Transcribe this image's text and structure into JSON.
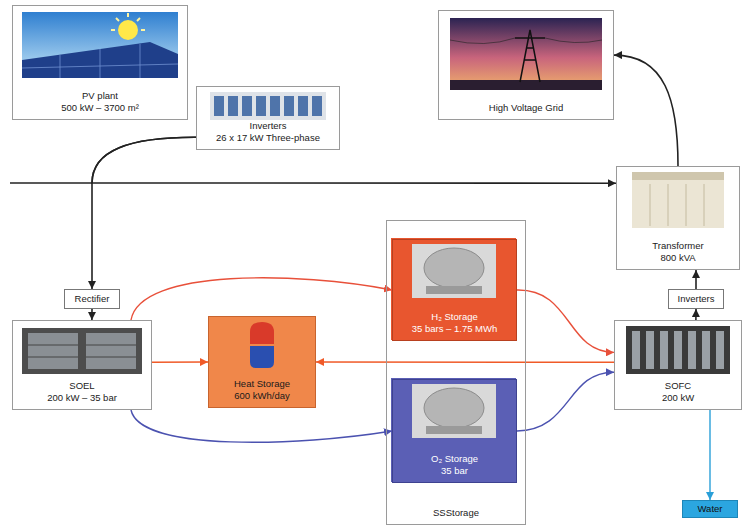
{
  "diagram": {
    "nodes": [
      {
        "text": [
          "PV plant",
          "500 kW – 3700 m²"
        ]
      },
      {
        "text": [
          "High Voltage Grid"
        ]
      },
      {
        "text": [
          "Inverters",
          "26 x 17 kW Three-phase"
        ]
      },
      {
        "text": [
          "Transformer",
          "800 kVA"
        ]
      },
      {
        "text": [
          "Rectifier"
        ]
      },
      {
        "text": [
          "Inverters"
        ]
      },
      {
        "text": [
          "SOEL",
          "200 kW – 35 bar"
        ]
      },
      {
        "text": [
          "Heat Storage",
          "600 kWh/day"
        ]
      },
      {
        "text": [
          "SSStorage"
        ]
      },
      {
        "text": [
          "H₂ Storage",
          "35 bars – 1.75 MWh"
        ],
        "in": 8
      },
      {
        "text": [
          "O₂ Storage",
          "35 bar"
        ],
        "in": 8
      },
      {
        "text": [
          "SOFC",
          "200 kW"
        ]
      },
      {
        "text": [
          "Water"
        ]
      }
    ],
    "edges": [
      {
        "from": 2,
        "to": 3,
        "arrow": "to"
      },
      {
        "from": 2,
        "to": 4,
        "arrow": "to"
      },
      {
        "from": 4,
        "to": 6,
        "arrow": "to"
      },
      {
        "from": 3,
        "to": 1,
        "arrow": "to"
      },
      {
        "from": 6,
        "to": 7,
        "arrow": "to"
      },
      {
        "from": 6,
        "to": 9,
        "arrow": "to"
      },
      {
        "from": 6,
        "to": 10,
        "arrow": "to"
      },
      {
        "from": 11,
        "to": 7,
        "arrow": "to"
      },
      {
        "from": 9,
        "to": 11,
        "arrow": "to"
      },
      {
        "from": 10,
        "to": 11,
        "arrow": "to"
      },
      {
        "from": 11,
        "to": 5,
        "arrow": "to"
      },
      {
        "from": 5,
        "to": 3,
        "arrow": "to"
      },
      {
        "from": 11,
        "to": 12,
        "arrow": "to"
      }
    ]
  }
}
